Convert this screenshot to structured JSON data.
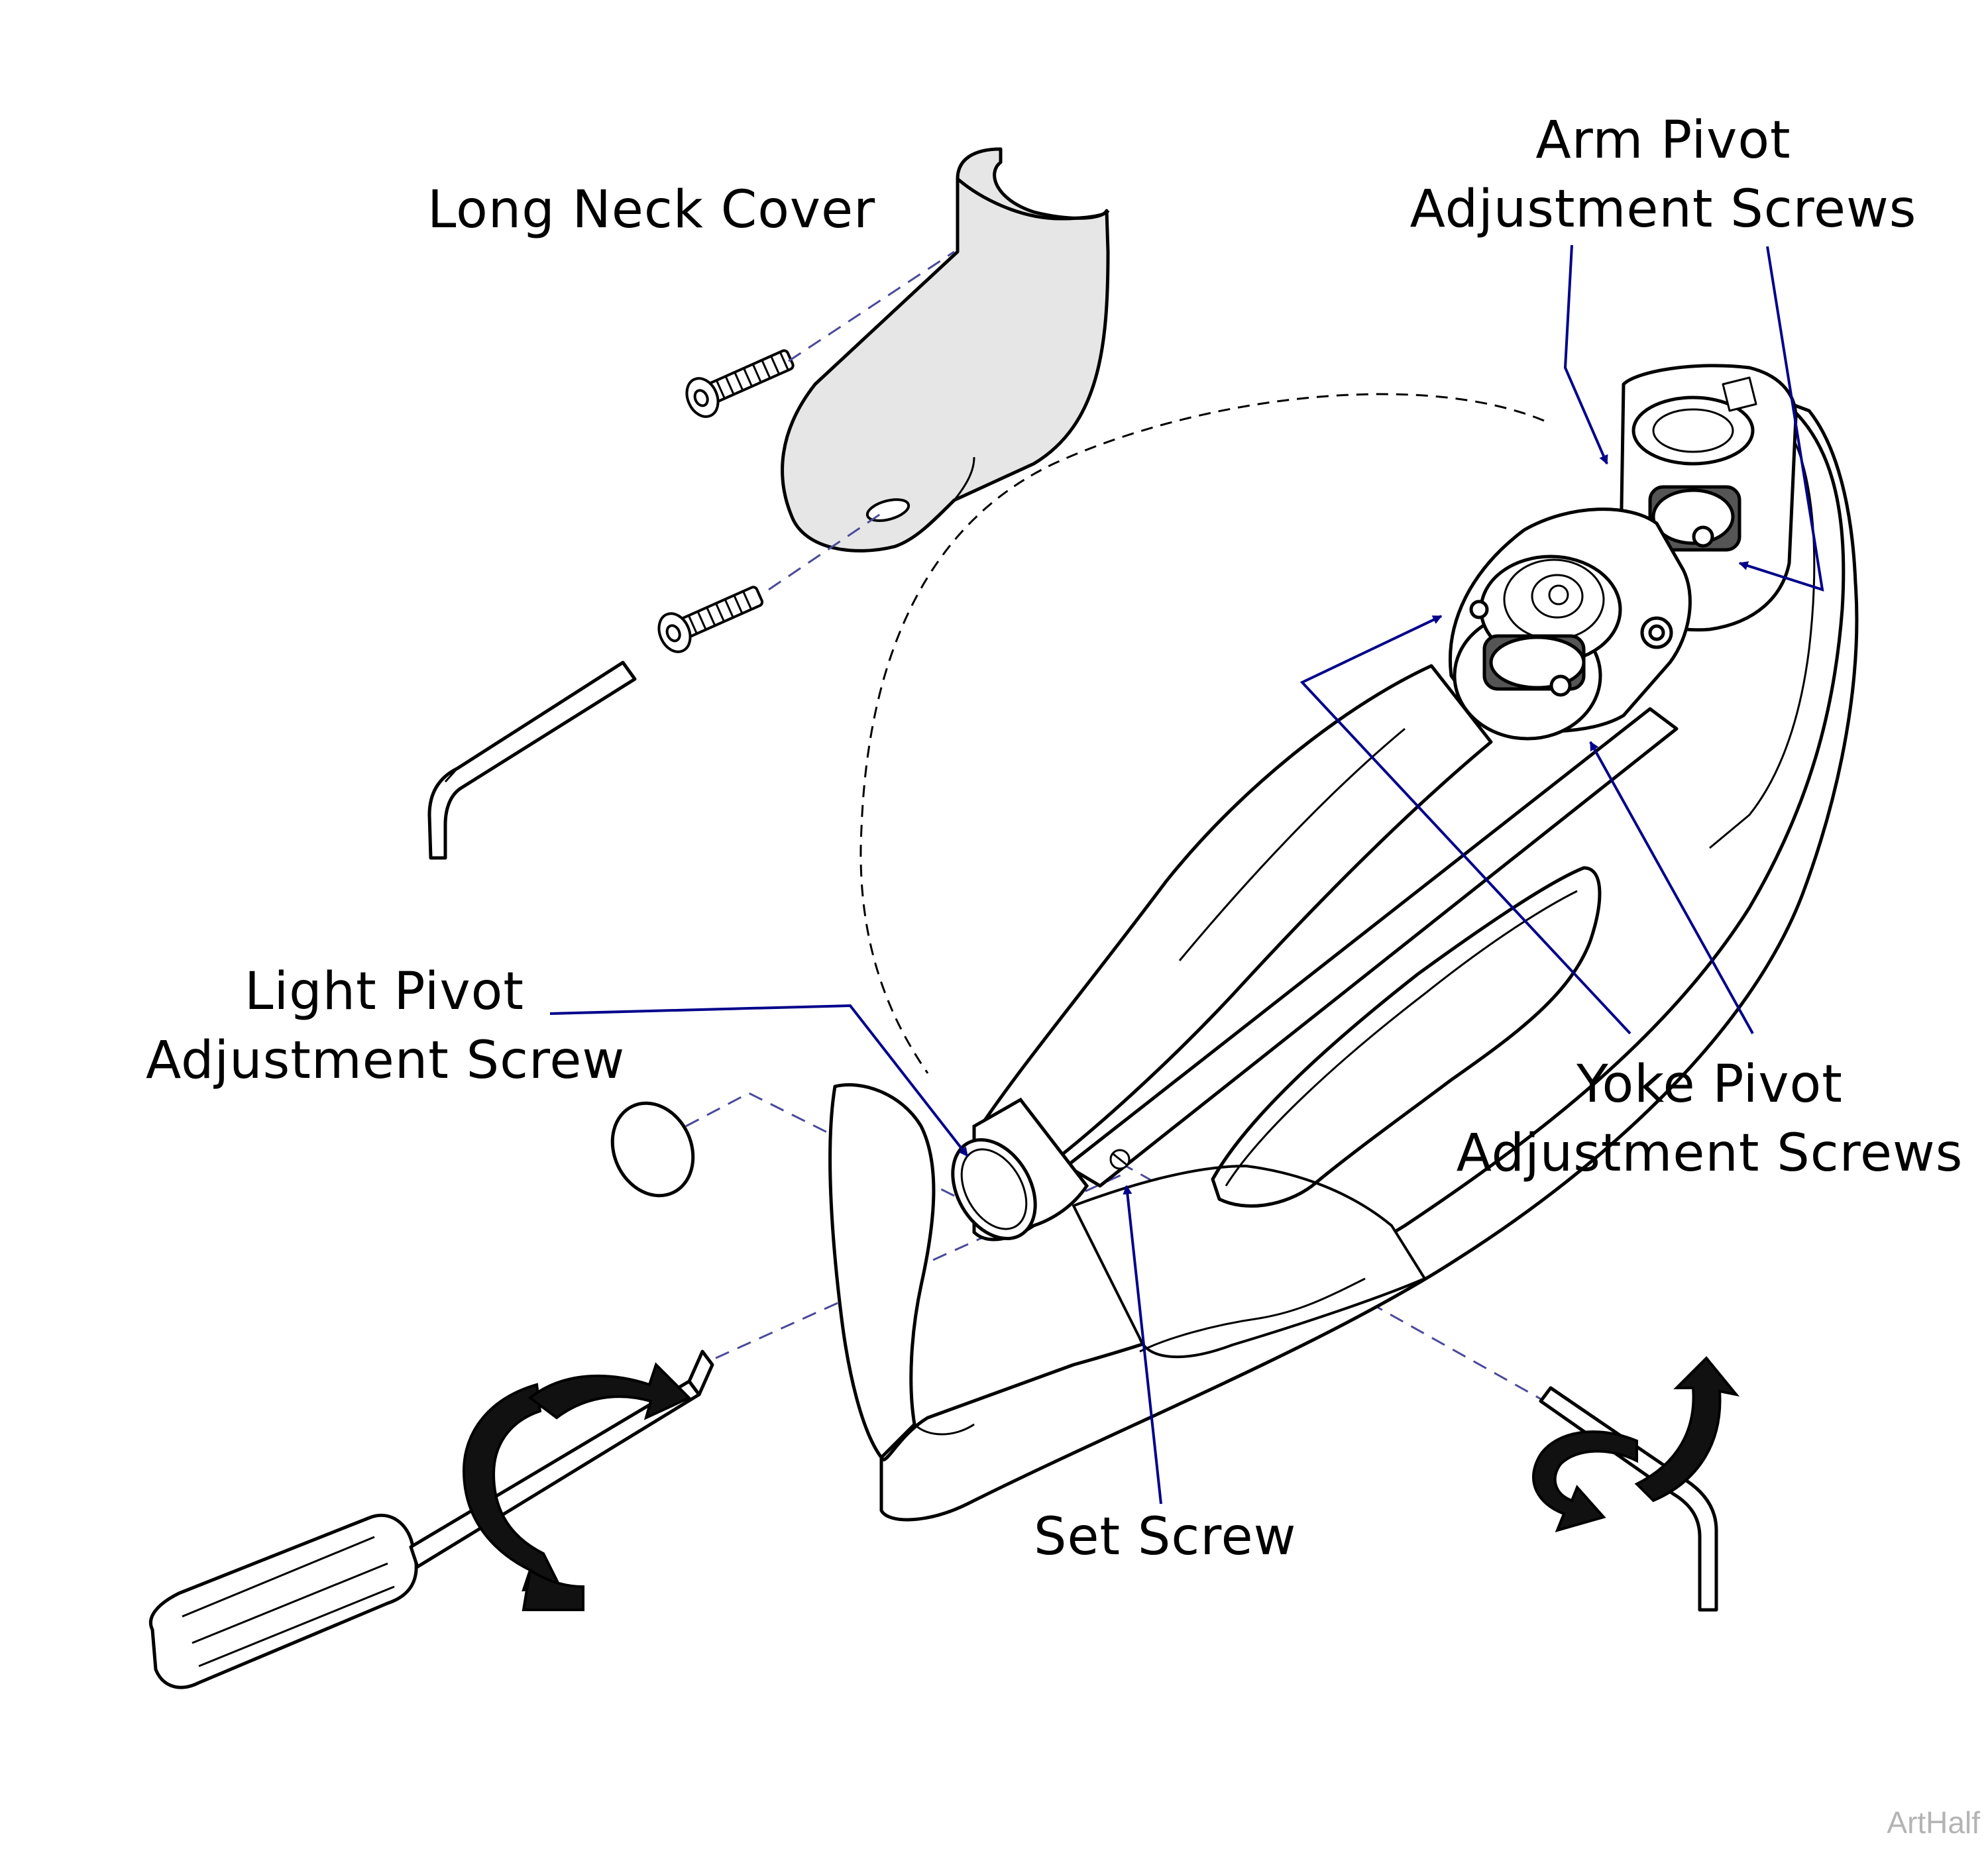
{
  "labels": {
    "long_neck_cover": "Long Neck Cover",
    "arm_pivot": {
      "line1": "Arm Pivot",
      "line2": "Adjustment Screws"
    },
    "light_pivot": {
      "line1": "Light Pivot",
      "line2": "Adjustment Screw"
    },
    "yoke_pivot": {
      "line1": "Yoke Pivot",
      "line2": "Adjustment Screws"
    },
    "set_screw": "Set Screw"
  },
  "watermark": "ArtHalf",
  "colors": {
    "leader": "#00008b",
    "line": "#000000",
    "cover_fill": "#e6e6e6",
    "dash": "#4a4a9a"
  }
}
